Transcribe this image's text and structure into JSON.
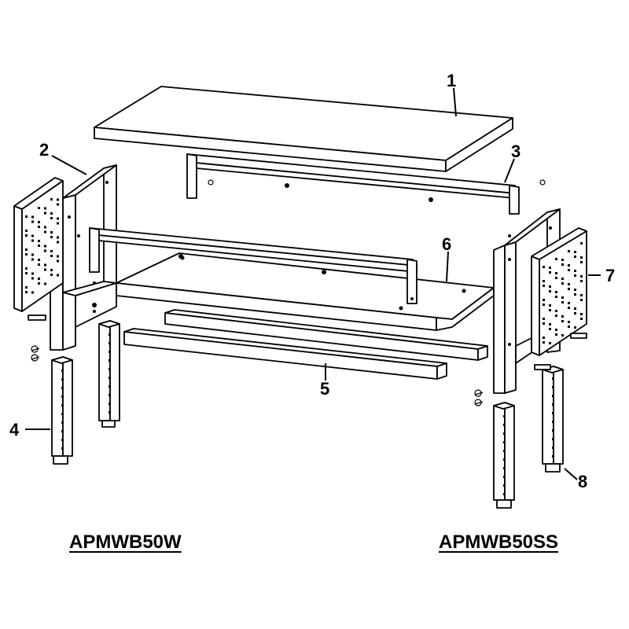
{
  "callouts": [
    {
      "id": "1",
      "label": "1"
    },
    {
      "id": "2",
      "label": "2"
    },
    {
      "id": "3",
      "label": "3"
    },
    {
      "id": "4",
      "label": "4"
    },
    {
      "id": "5",
      "label": "5"
    },
    {
      "id": "6",
      "label": "6"
    },
    {
      "id": "7",
      "label": "7"
    },
    {
      "id": "8",
      "label": "8"
    }
  ],
  "models": {
    "left": "APMWB50W",
    "right": "APMWB50SS"
  }
}
